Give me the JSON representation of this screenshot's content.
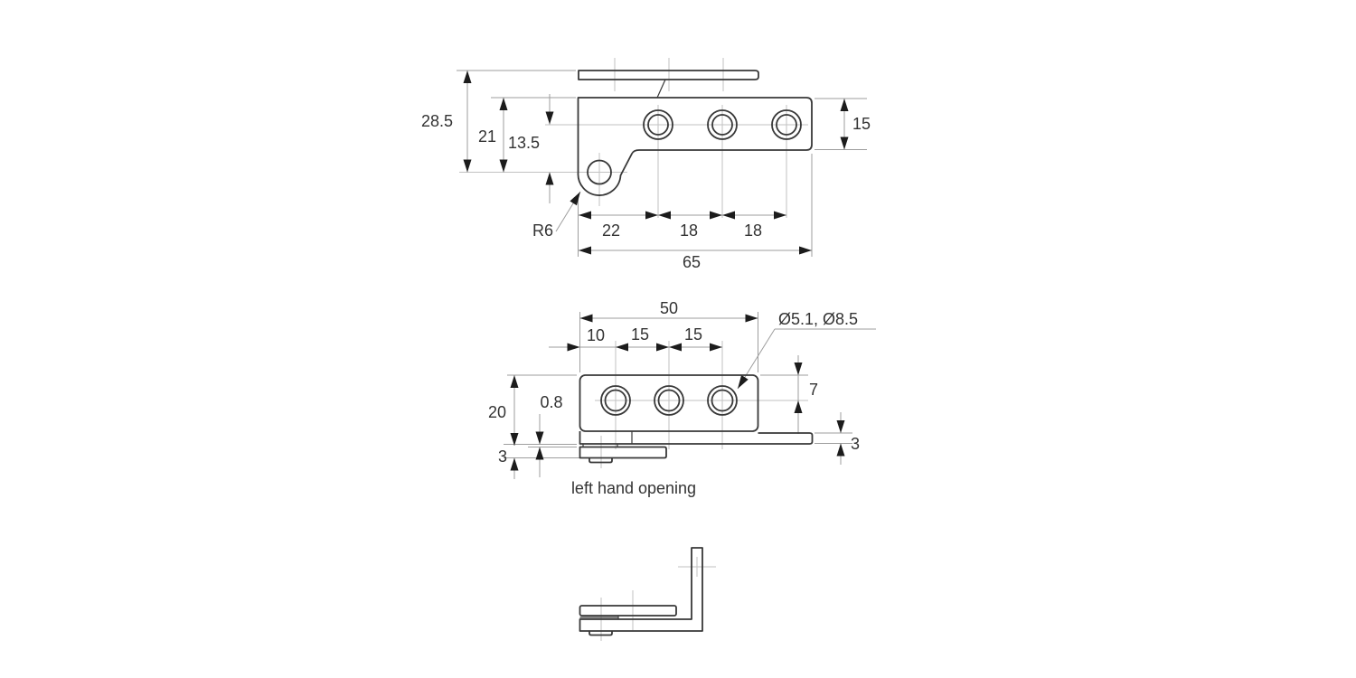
{
  "drawing": {
    "note": "left hand opening",
    "side_view": {
      "overall_height": "28.5",
      "pivot_to_top": "21",
      "holes_to_pivot": "13.5",
      "plate_height": "15",
      "corner_radius": "R6",
      "hole_spacing": [
        "22",
        "18",
        "18"
      ],
      "overall_length": "65"
    },
    "plan_view": {
      "hole_span": "50",
      "hole_offsets": [
        "10",
        "15",
        "15"
      ],
      "hole_diameters": "Ø5.1, Ø8.5",
      "hole_inset": "7",
      "overall_depth": "20",
      "clearance": "0.8",
      "leaf_thickness": "3",
      "base_thickness": "3"
    }
  },
  "colors": {
    "outline": "#383838",
    "dimension": "#9e9e9e",
    "centerline": "#c2c2c2",
    "arrow": "#1c1c1c",
    "text": "#333333",
    "background": "#ffffff"
  }
}
